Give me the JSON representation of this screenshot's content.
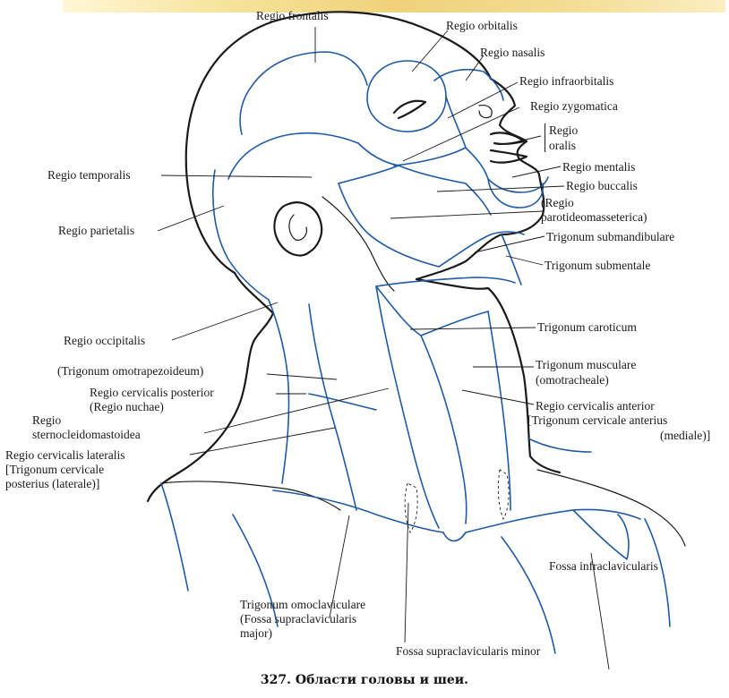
{
  "labels": {
    "frontalis": "Regio frontalis",
    "orbitalis": "Regio orbitalis",
    "nasalis": "Regio nasalis",
    "infraorbitalis": "Regio infraorbitalis",
    "zygomatica": "Regio zygomatica",
    "oralis_a": "Regio",
    "oralis_b": "oralis",
    "temporalis": "Regio temporalis",
    "mentalis": "Regio mentalis",
    "buccalis": "Regio buccalis",
    "parotideo_a": "(Regio",
    "parotideo_b": "parotideomasseterica)",
    "parietalis": "Regio parietalis",
    "submandibulare": "Trigonum submandibulare",
    "submentale": "Trigonum submentale",
    "caroticum": "Trigonum caroticum",
    "occipitalis": "Regio occipitalis",
    "musculare_a": "Trigonum musculare",
    "musculare_b": "(omotracheale)",
    "omotrapezoideum": "(Trigonum omotrapezoideum)",
    "cerv_post_a": "Regio cervicalis posterior",
    "cerv_post_b": "(Regio nuchae)",
    "cerv_ant_a": "Regio cervicalis anterior",
    "cerv_ant_b": "[Trigonum cervicale anterius",
    "cerv_ant_c": "(mediale)]",
    "scm_a": "Regio",
    "scm_b": "sternocleidomastoidea",
    "cerv_lat_a": "Regio cervicalis lateralis",
    "cerv_lat_b": "[Trigonum cervicale",
    "cerv_lat_c": "posterius (laterale)]",
    "omoclav_a": "Trigonum omoclaviculare",
    "omoclav_b": "(Fossa supraclavicularis",
    "omoclav_c": "major)",
    "infraclav": "Fossa infraclavicularis",
    "supraclav_minor": "Fossa supraclavicularis minor"
  },
  "caption": "327. Области головы и шеи.",
  "colors": {
    "region_lines": "#1f5aa8",
    "outline": "#1a1a1a"
  }
}
